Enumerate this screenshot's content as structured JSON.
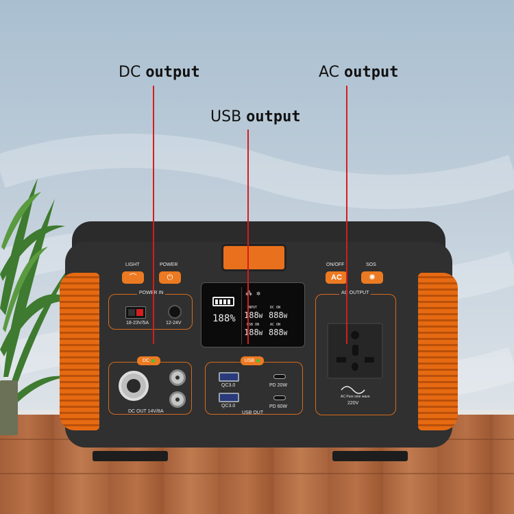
{
  "callouts": {
    "dc": {
      "light": "DC",
      "bold": "output"
    },
    "usb": {
      "light": "USB",
      "bold": "output"
    },
    "ac": {
      "light": "AC",
      "bold": "output"
    }
  },
  "device": {
    "buttons": {
      "light_label": "LIGHT",
      "power_label": "POWER",
      "onoff_label": "ON/OFF",
      "sos_label": "SOS",
      "ac_button": "AC"
    },
    "power_in": {
      "title": "POWER IN",
      "anderson_label": "18-23V/5A",
      "dc_jack_label": "12-24V"
    },
    "lcd": {
      "battery_pct": "188%",
      "input_label": "INPUT",
      "input_value": "188",
      "input_unit": "W",
      "dc_on_label": "DC ON",
      "dc_value": "888",
      "dc_unit": "W",
      "usb_on_label": "USB ON",
      "usb_value": "188",
      "usb_unit": "W",
      "ac_on_label": "AC ON",
      "ac_value": "888",
      "ac_unit": "W"
    },
    "dc_out": {
      "pill": "DC",
      "label": "DC OUT  14V/8A"
    },
    "usb_out": {
      "pill": "USB",
      "label": "USB OUT",
      "ports": [
        "QC3.0",
        "QC3.0",
        "PD 20W",
        "PD 60W"
      ]
    },
    "ac_out": {
      "title": "AC OUTPUT",
      "wave_label": "AC Pure sine wave",
      "voltage": "220V"
    }
  },
  "colors": {
    "accent": "#ec7a22",
    "leader_line": "#d51c1c",
    "shell": "#303030"
  }
}
